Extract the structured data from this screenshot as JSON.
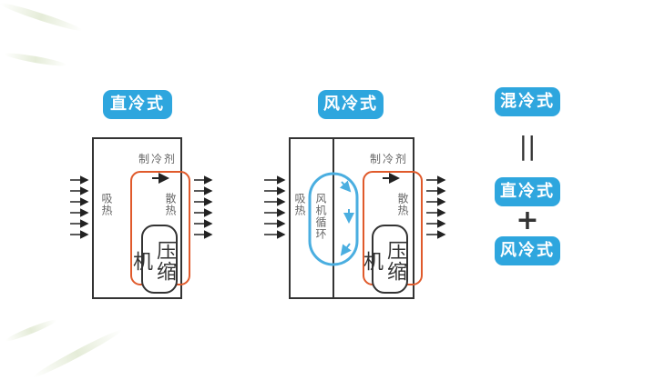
{
  "colors": {
    "badge_blue": "#2ea6de",
    "refrigerant_orange": "#e05a2b",
    "fan_loop_blue": "#4aaee0",
    "outline_dark": "#333333",
    "label_gray": "#666666"
  },
  "direct_cooling": {
    "title": "直冷式",
    "refrigerant_label": "制冷剂",
    "absorb_heat_label": "吸热",
    "dissipate_heat_label": "散热",
    "compressor_label": "压缩机",
    "inflow_arrow_count": 6,
    "outflow_arrow_count": 6
  },
  "air_cooling": {
    "title": "风冷式",
    "refrigerant_label": "制冷剂",
    "absorb_heat_label": "吸热",
    "fan_cycle_label": "风机循环",
    "dissipate_heat_label": "散热",
    "compressor_label": "压缩机",
    "inflow_arrow_count": 6,
    "outflow_arrow_count": 6
  },
  "hybrid": {
    "title": "混冷式",
    "equals_symbol": "||",
    "term1": "直冷式",
    "plus_symbol": "+",
    "term2": "风冷式"
  }
}
